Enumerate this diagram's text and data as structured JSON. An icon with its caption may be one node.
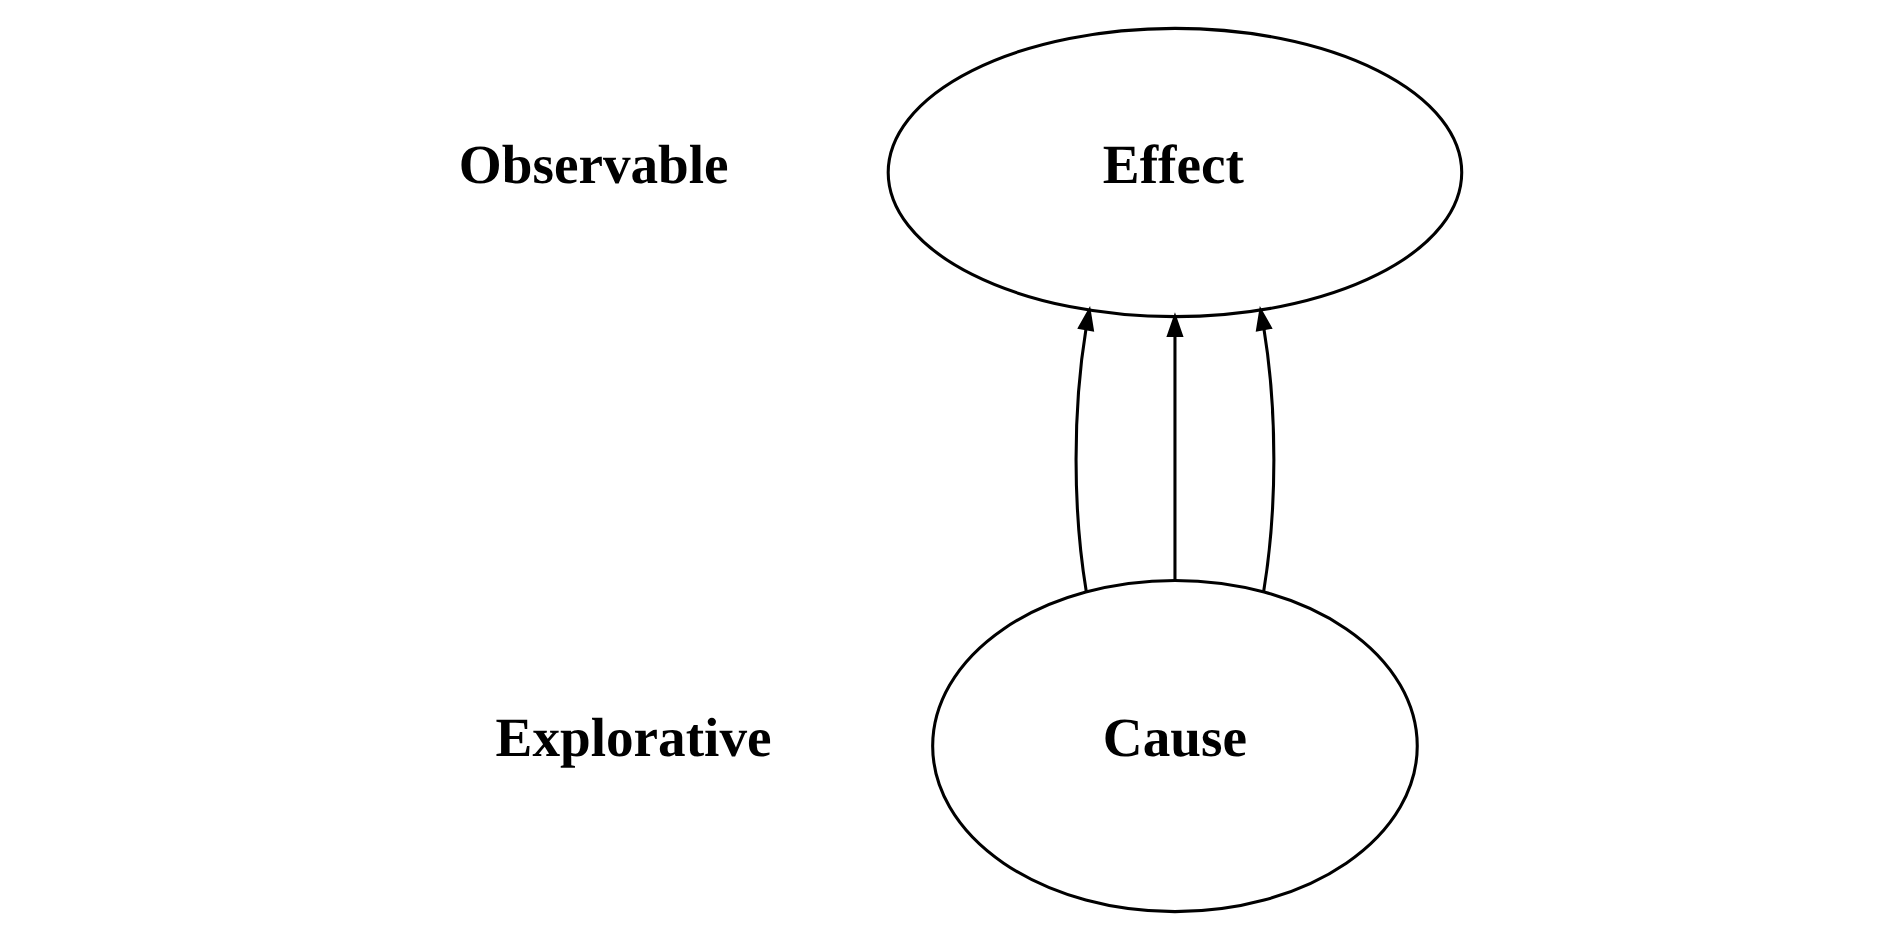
{
  "diagram": {
    "nodes": [
      {
        "text": [
          "Effect"
        ]
      },
      {
        "text": [
          "Cause"
        ]
      }
    ],
    "edges": [
      {
        "from": 1,
        "to": 0,
        "arrow": "to"
      },
      {
        "from": 1,
        "to": 0,
        "arrow": "to"
      },
      {
        "from": 1,
        "to": 0,
        "arrow": "to"
      }
    ],
    "labels": [
      "Observable",
      "Explorative"
    ]
  }
}
